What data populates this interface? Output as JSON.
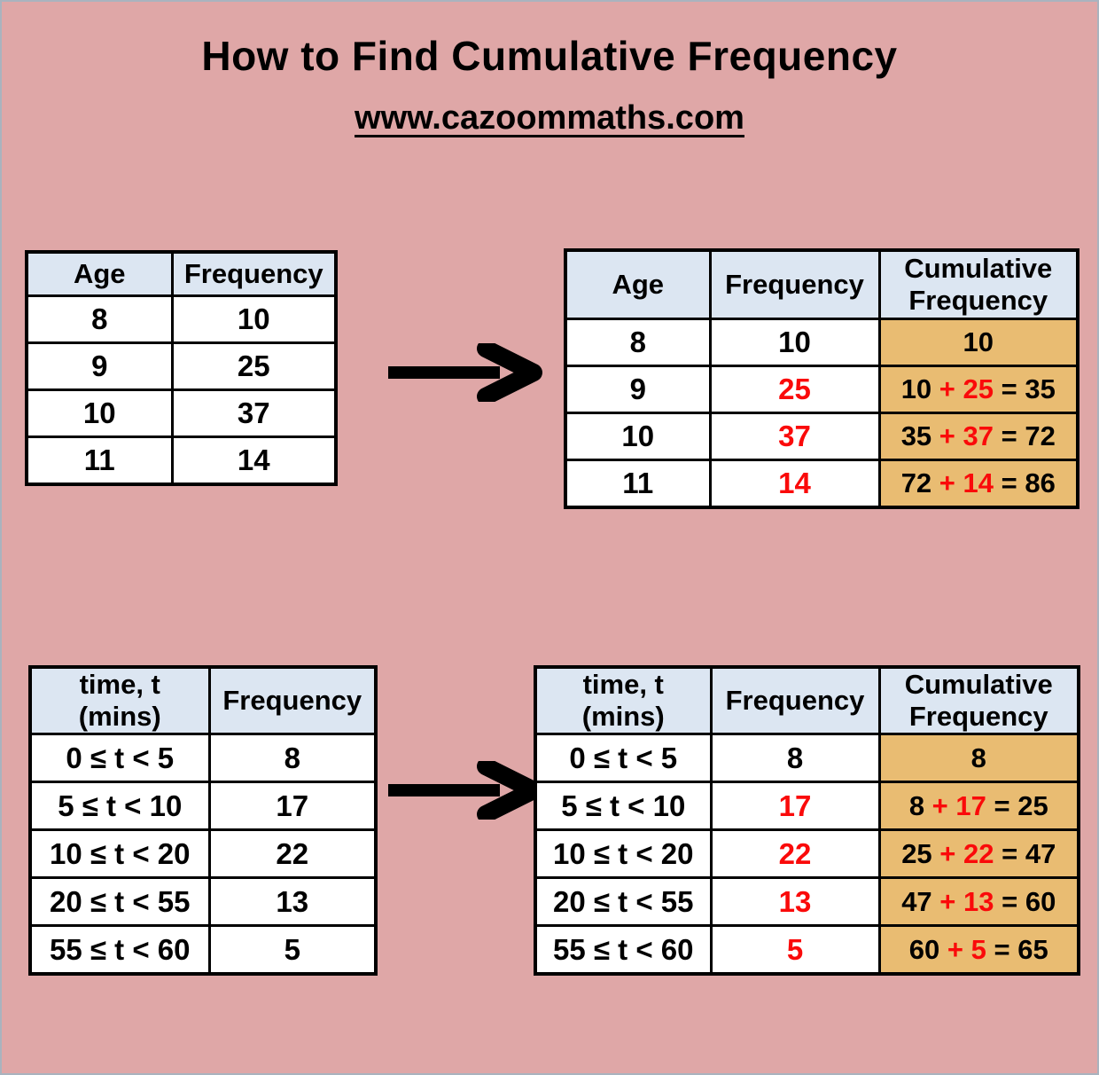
{
  "page": {
    "title": "How to Find Cumulative Frequency",
    "website_link": "www.cazoommaths.com"
  },
  "colors": {
    "background_pink": "#dfa7a7",
    "header_blue": "#dce6f2",
    "highlight_orange": "#e9bc72",
    "accent_red": "#fa0a0a",
    "text_black": "#000000",
    "page_border_gray": "#a9b3be"
  },
  "icons": {
    "arrow_right": "thick black right arrow"
  },
  "tables": {
    "age_frequency": {
      "caption": "Age and Frequency table",
      "highlight_col": -1,
      "headers": [
        {
          "lines": [
            "Age"
          ]
        },
        {
          "lines": [
            "Frequency"
          ]
        }
      ],
      "rows": [
        [
          [
            {
              "t": "8"
            }
          ],
          [
            {
              "t": "10"
            }
          ]
        ],
        [
          [
            {
              "t": "9"
            }
          ],
          [
            {
              "t": "25"
            }
          ]
        ],
        [
          [
            {
              "t": "10"
            }
          ],
          [
            {
              "t": "37"
            }
          ]
        ],
        [
          [
            {
              "t": "11"
            }
          ],
          [
            {
              "t": "14"
            }
          ]
        ]
      ]
    },
    "age_frequency_cumulative": {
      "caption": "Age, Frequency and Cumulative Frequency table",
      "highlight_col": 2,
      "headers": [
        {
          "lines": [
            "Age"
          ]
        },
        {
          "lines": [
            "Frequency"
          ]
        },
        {
          "lines": [
            "Cumulative",
            "Frequency"
          ]
        }
      ],
      "rows": [
        [
          [
            {
              "t": "8"
            }
          ],
          [
            {
              "t": "10"
            }
          ],
          [
            {
              "t": "10"
            }
          ]
        ],
        [
          [
            {
              "t": "9"
            }
          ],
          [
            {
              "t": "25",
              "red": true
            }
          ],
          [
            {
              "t": "10 "
            },
            {
              "t": "+ 25",
              "red": true
            },
            {
              "t": " = 35"
            }
          ]
        ],
        [
          [
            {
              "t": "10"
            }
          ],
          [
            {
              "t": "37",
              "red": true
            }
          ],
          [
            {
              "t": "35 "
            },
            {
              "t": "+ 37",
              "red": true
            },
            {
              "t": " = 72"
            }
          ]
        ],
        [
          [
            {
              "t": "11"
            }
          ],
          [
            {
              "t": "14",
              "red": true
            }
          ],
          [
            {
              "t": "72 "
            },
            {
              "t": "+ 14",
              "red": true
            },
            {
              "t": " = 86"
            }
          ]
        ]
      ]
    },
    "time_frequency": {
      "caption": "Time and Frequency table",
      "highlight_col": -1,
      "headers": [
        {
          "lines": [
            "time, t",
            "(mins)"
          ]
        },
        {
          "lines": [
            "Frequency"
          ]
        }
      ],
      "rows": [
        [
          [
            {
              "t": "0 ≤ t < 5"
            }
          ],
          [
            {
              "t": "8"
            }
          ]
        ],
        [
          [
            {
              "t": "5 ≤ t < 10"
            }
          ],
          [
            {
              "t": "17"
            }
          ]
        ],
        [
          [
            {
              "t": "10 ≤ t < 20"
            }
          ],
          [
            {
              "t": "22"
            }
          ]
        ],
        [
          [
            {
              "t": "20 ≤ t < 55"
            }
          ],
          [
            {
              "t": "13"
            }
          ]
        ],
        [
          [
            {
              "t": "55 ≤ t < 60"
            }
          ],
          [
            {
              "t": "5"
            }
          ]
        ]
      ]
    },
    "time_frequency_cumulative": {
      "caption": "Time, Frequency and Cumulative Frequency table",
      "highlight_col": 2,
      "headers": [
        {
          "lines": [
            "time, t",
            "(mins)"
          ]
        },
        {
          "lines": [
            "Frequency"
          ]
        },
        {
          "lines": [
            "Cumulative",
            "Frequency"
          ]
        }
      ],
      "rows": [
        [
          [
            {
              "t": "0 ≤ t < 5"
            }
          ],
          [
            {
              "t": "8"
            }
          ],
          [
            {
              "t": "8"
            }
          ]
        ],
        [
          [
            {
              "t": "5 ≤ t < 10"
            }
          ],
          [
            {
              "t": "17",
              "red": true
            }
          ],
          [
            {
              "t": "8 "
            },
            {
              "t": "+ 17",
              "red": true
            },
            {
              "t": " = 25"
            }
          ]
        ],
        [
          [
            {
              "t": "10 ≤ t < 20"
            }
          ],
          [
            {
              "t": "22",
              "red": true
            }
          ],
          [
            {
              "t": "25 "
            },
            {
              "t": "+ 22",
              "red": true
            },
            {
              "t": " = 47"
            }
          ]
        ],
        [
          [
            {
              "t": "20 ≤ t < 55"
            }
          ],
          [
            {
              "t": "13",
              "red": true
            }
          ],
          [
            {
              "t": "47 "
            },
            {
              "t": "+ 13",
              "red": true
            },
            {
              "t": " = 60"
            }
          ]
        ],
        [
          [
            {
              "t": "55 ≤ t < 60"
            }
          ],
          [
            {
              "t": "5",
              "red": true
            }
          ],
          [
            {
              "t": "60 "
            },
            {
              "t": "+ 5",
              "red": true
            },
            {
              "t": " = 65"
            }
          ]
        ]
      ]
    }
  }
}
